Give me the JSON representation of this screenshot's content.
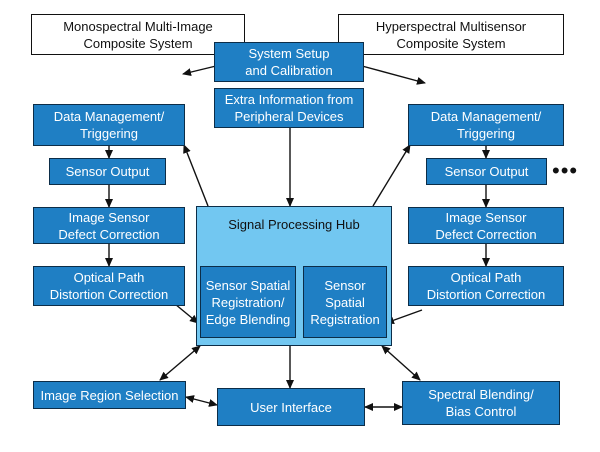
{
  "diagram": {
    "top_left_system": "Monospectral Multi-Image\nComposite System",
    "top_right_system": "Hyperspectral Multisensor\nComposite System",
    "system_setup": "System Setup\nand Calibration",
    "extra_info": "Extra Information from\nPeripheral Devices",
    "left_chain": {
      "data_management": "Data Management/\nTriggering",
      "sensor_output": "Sensor Output",
      "defect_correction": "Image Sensor\nDefect Correction",
      "distortion_correction": "Optical Path\nDistortion Correction"
    },
    "right_chain": {
      "data_management": "Data Management/\nTriggering",
      "sensor_output": "Sensor Output",
      "defect_correction": "Image Sensor\nDefect Correction",
      "distortion_correction": "Optical Path\nDistortion Correction"
    },
    "hub_title": "Signal Processing Hub",
    "hub_left_module": "Sensor Spatial\nRegistration/\nEdge Blending",
    "hub_right_module": "Sensor\nSpatial\nRegistration",
    "ellipsis": "•••",
    "image_region_selection": "Image Region Selection",
    "user_interface": "User Interface",
    "spectral_blending": "Spectral Blending/\nBias Control"
  },
  "colors": {
    "box_fill": "#1f7fc4",
    "box_border": "#0c2d48",
    "hub_fill": "#72c7f1",
    "arrow": "#111111"
  }
}
